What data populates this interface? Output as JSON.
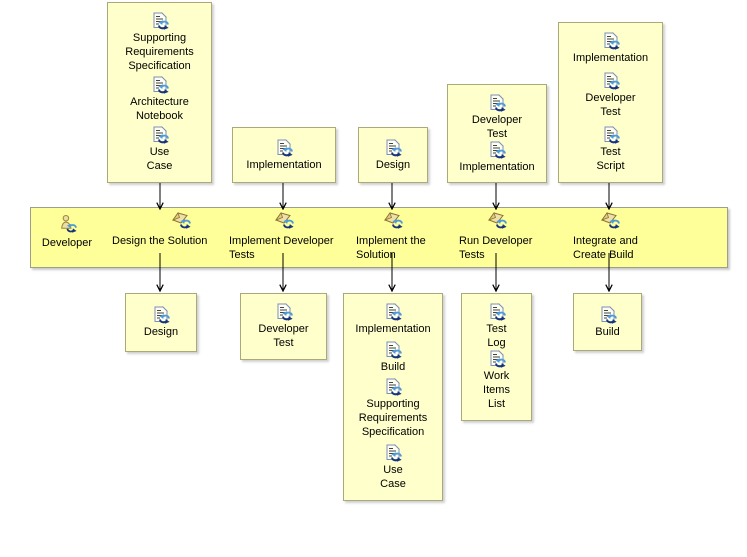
{
  "role": {
    "label": "Developer",
    "icon": "role-icon"
  },
  "tasks": [
    {
      "label": "Design the Solution"
    },
    {
      "label": "Implement Developer\nTests"
    },
    {
      "label": "Implement the\nSolution"
    },
    {
      "label": "Run Developer\nTests"
    },
    {
      "label": "Integrate and\nCreate Build"
    }
  ],
  "input_boxes": [
    {
      "artifacts": [
        "Supporting\nRequirements\nSpecification",
        "Architecture\nNotebook",
        "Use\nCase"
      ]
    },
    {
      "artifacts": [
        "Implementation"
      ]
    },
    {
      "artifacts": [
        "Design"
      ]
    },
    {
      "artifacts": [
        "Developer\nTest",
        "Implementation"
      ]
    },
    {
      "artifacts": [
        "Implementation",
        "Developer\nTest",
        "Test\nScript"
      ]
    }
  ],
  "output_boxes": [
    {
      "artifacts": [
        "Design"
      ]
    },
    {
      "artifacts": [
        "Developer\nTest"
      ]
    },
    {
      "artifacts": [
        "Implementation",
        "Build",
        "Supporting\nRequirements\nSpecification",
        "Use\nCase"
      ]
    },
    {
      "artifacts": [
        "Test\nLog",
        "Work\nItems\nList"
      ]
    },
    {
      "artifacts": [
        "Build"
      ]
    }
  ],
  "colors": {
    "band_fill": "#FFFF99",
    "box_fill": "#FFFFCC",
    "box_border": "#A9A97A",
    "band_border": "#9E9E8C",
    "arrow_color": "#000000",
    "icon_navy": "#17357E",
    "icon_blue": "#4D9BD9",
    "icon_tan": "#EFDFA8",
    "icon_tan_border": "#8A7430"
  }
}
